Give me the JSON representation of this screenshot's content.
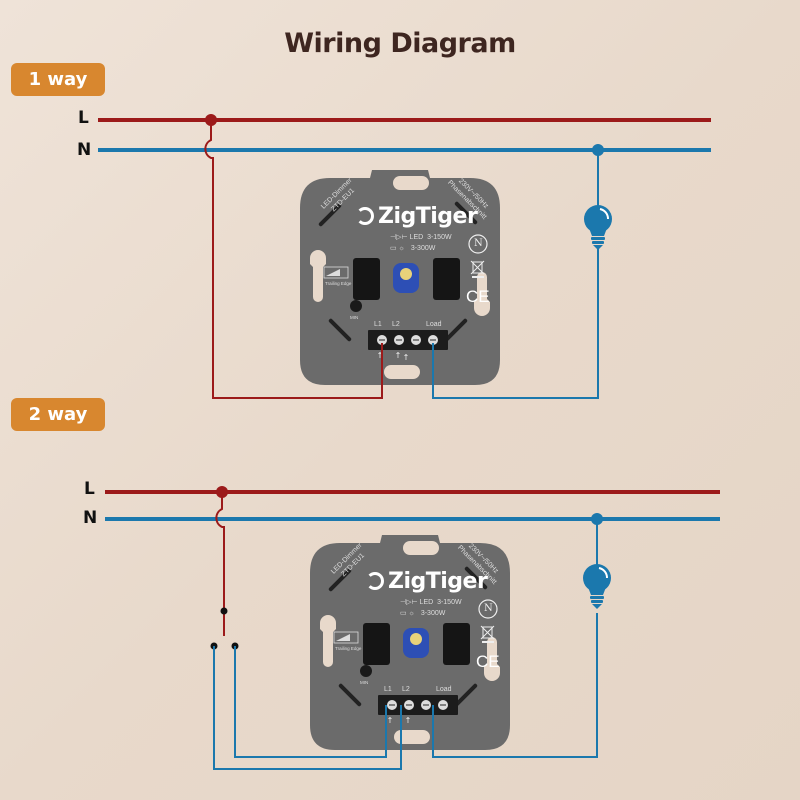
{
  "title": "Wiring Diagram",
  "sections": [
    {
      "badge": "1 way",
      "line_label": "L",
      "neutral_label": "N"
    },
    {
      "badge": "2 way",
      "line_label": "L",
      "neutral_label": "N"
    }
  ],
  "dimmer": {
    "brand": "ZigTiger",
    "model_line1": "LED-Dimmer",
    "model_line2": "ZTD-EU1",
    "spec_line1": "230V~/50Hz",
    "spec_line2": "Phasenabschnitt",
    "led_label": "LED",
    "led_rating": "3-150W",
    "lamp_rating": "3-300W",
    "mode_label": "Trailing Edge",
    "min_label": "MIN",
    "terminal_l1": "L1",
    "terminal_l2": "L2",
    "terminal_load": "Load",
    "n_mark": "N",
    "ce_mark": "CE"
  },
  "colors": {
    "live": "#9c1a1a",
    "neutral": "#1b78ad",
    "badge": "#d8872f",
    "dimmer_body": "#6b6b6b",
    "title": "#3e2620"
  },
  "icons": {
    "bulb": "lightbulb-icon",
    "knob": "potentiometer-knob-icon",
    "weee": "weee-bin-icon"
  }
}
